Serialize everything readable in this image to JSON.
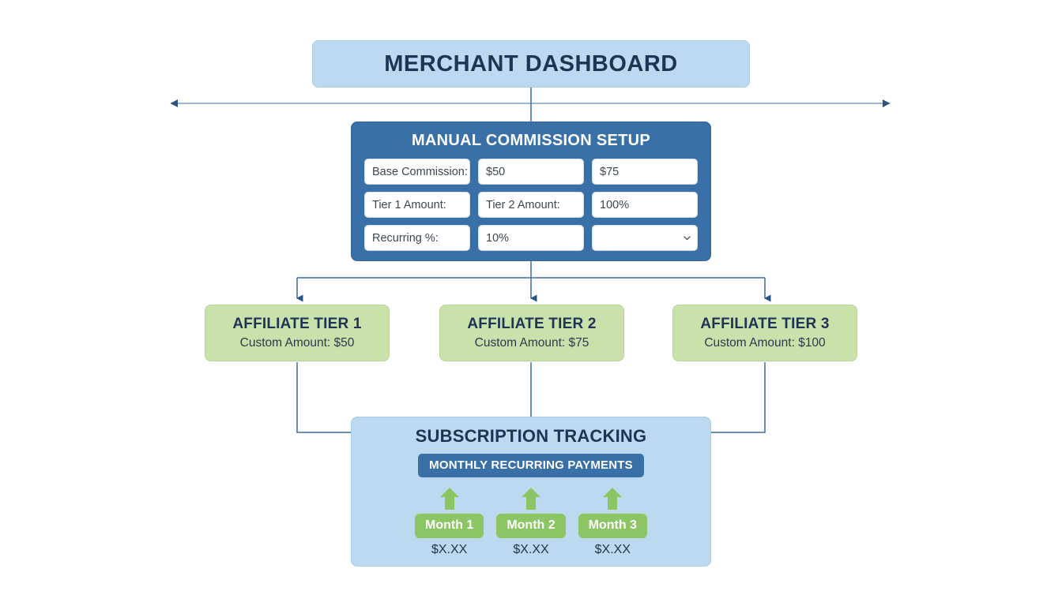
{
  "header": {
    "title": "MERCHANT DASHBOARD"
  },
  "commission_setup": {
    "title": "MANUAL COMMISSION SETUP",
    "fields": [
      {
        "name": "base-commission-label",
        "text": "Base Commission:",
        "type": "text"
      },
      {
        "name": "base-commission-value",
        "text": "$50",
        "type": "text"
      },
      {
        "name": "base-commission-alt-value",
        "text": "$75",
        "type": "text"
      },
      {
        "name": "tier-1-amount-label",
        "text": "Tier 1 Amount:",
        "type": "text"
      },
      {
        "name": "tier-2-amount-label",
        "text": "Tier 2 Amount:",
        "type": "text"
      },
      {
        "name": "tier-percent-value",
        "text": "100%",
        "type": "text"
      },
      {
        "name": "recurring-percent-label",
        "text": "Recurring %:",
        "type": "text"
      },
      {
        "name": "recurring-percent-value",
        "text": "10%",
        "type": "text"
      },
      {
        "name": "commission-type-select",
        "text": "",
        "type": "select"
      }
    ]
  },
  "tiers": [
    {
      "title": "AFFILIATE TIER 1",
      "subtitle": "Custom Amount: $50"
    },
    {
      "title": "AFFILIATE TIER 2",
      "subtitle": "Custom Amount: $75"
    },
    {
      "title": "AFFILIATE TIER 3",
      "subtitle": "Custom Amount: $100"
    }
  ],
  "subscription": {
    "title": "SUBSCRIPTION TRACKING",
    "badge": "MONTHLY RECURRING PAYMENTS",
    "months": [
      {
        "label": "Month 1",
        "amount": "$X.XX"
      },
      {
        "label": "Month 2",
        "amount": "$X.XX"
      },
      {
        "label": "Month 3",
        "amount": "$X.XX"
      }
    ]
  },
  "colors": {
    "light_blue": "#bcd9f0",
    "dark_blue": "#3a70a8",
    "tier_green": "#c9e2ab",
    "month_green": "#8cc564",
    "text_navy": "#1f3354",
    "connector": "#3c6ca0"
  }
}
